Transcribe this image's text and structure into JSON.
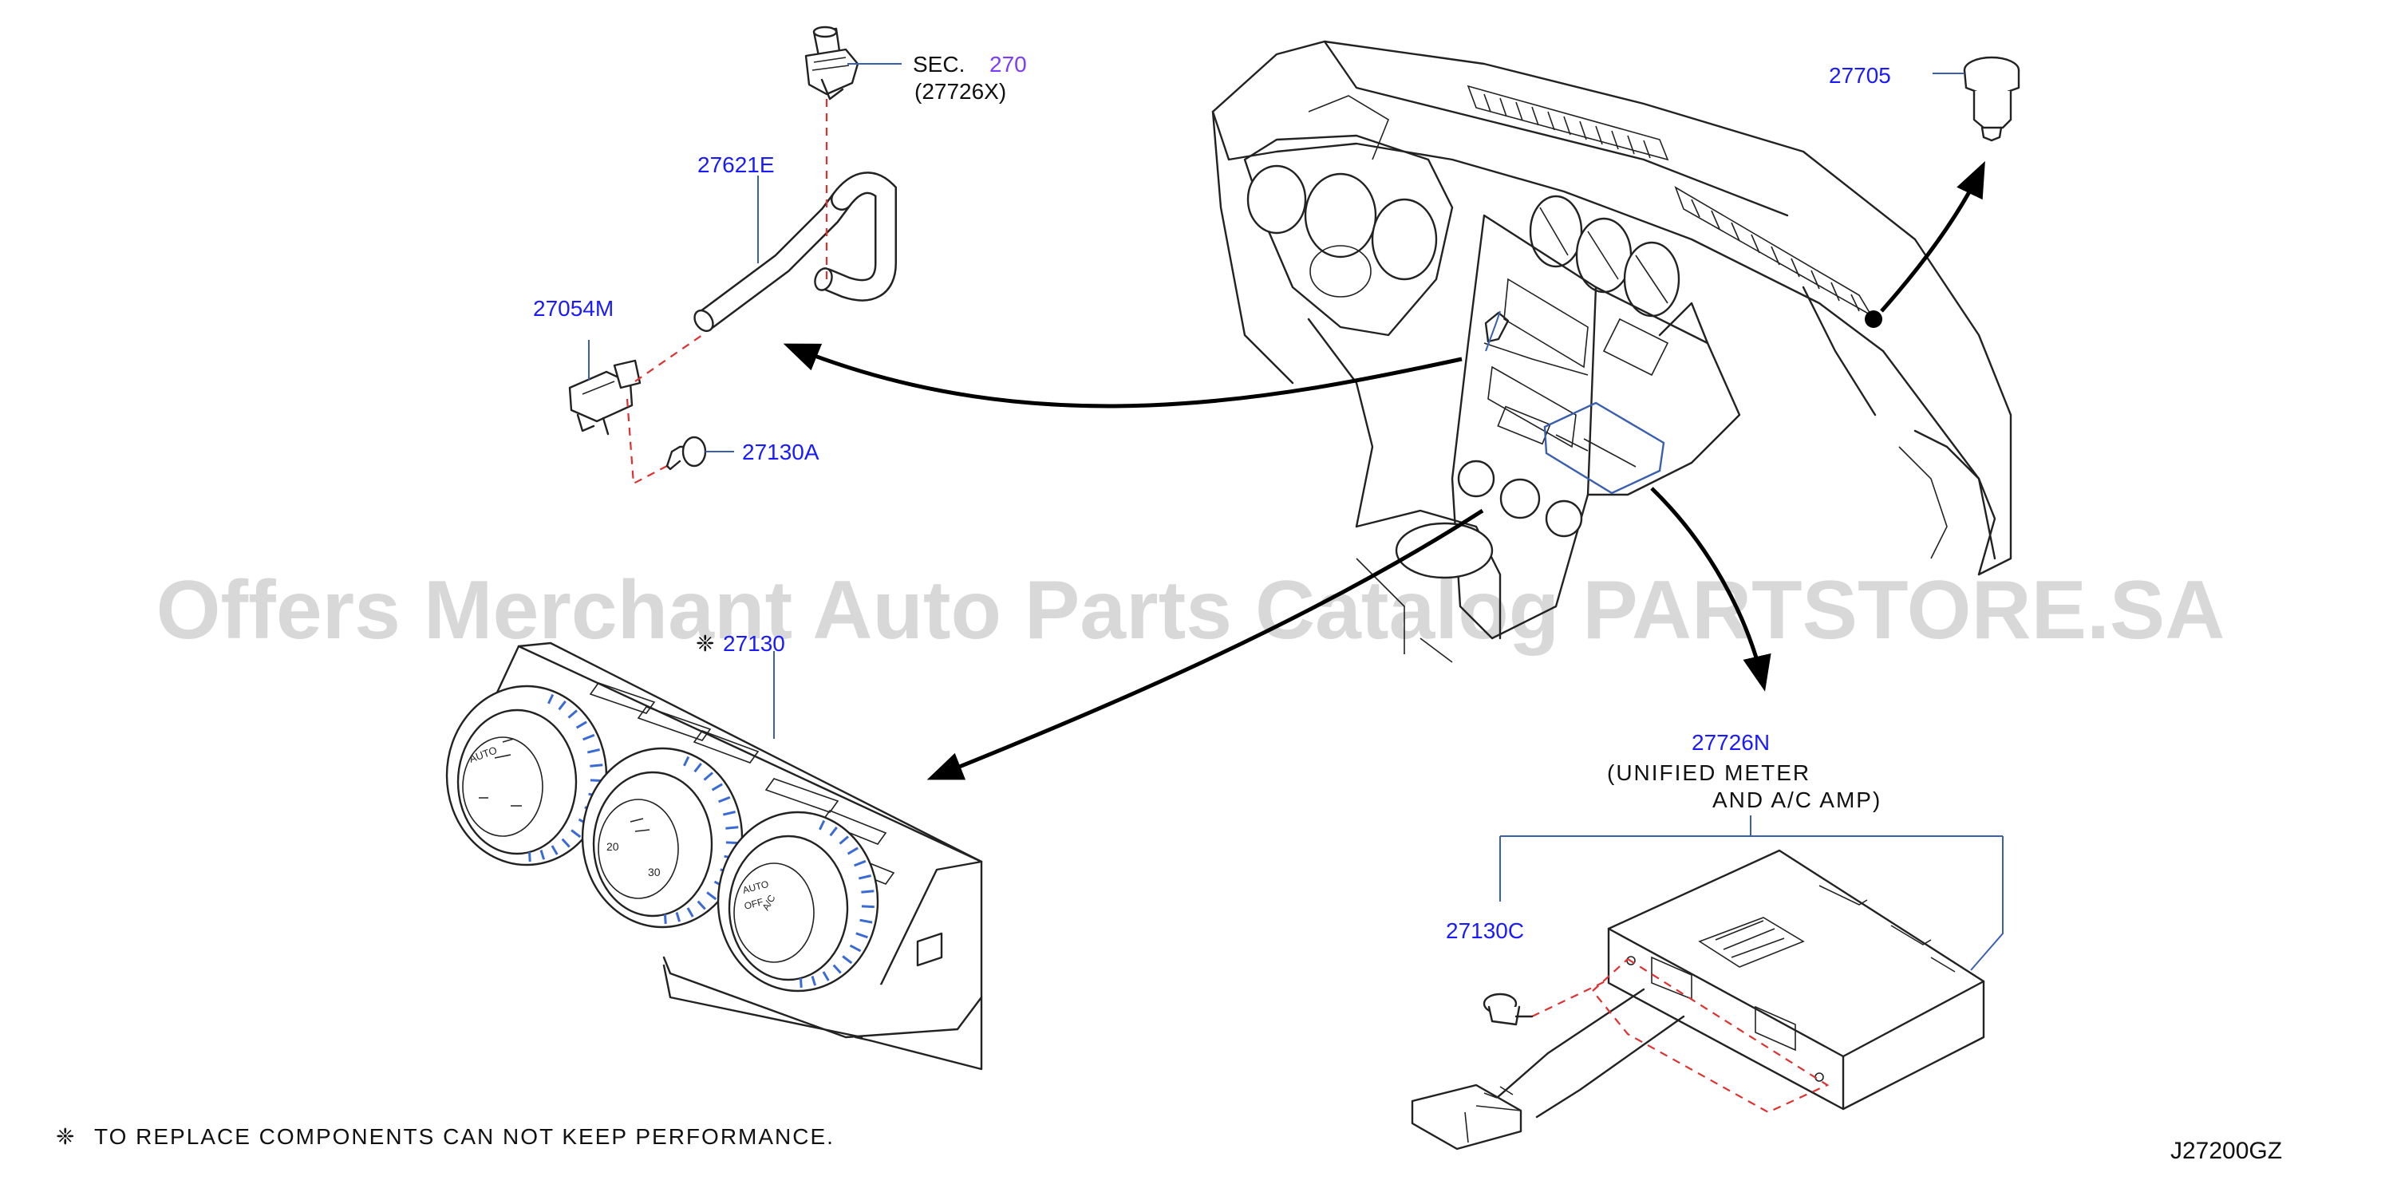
{
  "watermark": "Offers Merchant Auto Parts Catalog PARTSTORE.SA",
  "diagram_code": "J27200GZ",
  "footnote": {
    "symbol": "❈",
    "text": "TO REPLACE COMPONENTS CAN NOT KEEP PERFORMANCE."
  },
  "parts": {
    "sec_label": "SEC.",
    "sec_number": "270",
    "sec_ref": "(27726X)",
    "hose": "27621E",
    "sensor": "27054M",
    "clip_a": "27130A",
    "control_symbol": "❈",
    "control": "27130",
    "clip_top": "27705",
    "amp": "27726N",
    "amp_desc_1": "(UNIFIED METER",
    "amp_desc_2": "AND A/C AMP)",
    "screw_c": "27130C"
  },
  "dial_text": {
    "auto": "AUTO",
    "temp_low": "20",
    "temp_high": "30",
    "fan_auto": "AUTO",
    "off": "OFF",
    "ac": "A/C"
  },
  "colors": {
    "part_number": "#1a1aff",
    "section_ref": "#7a3cff",
    "leader": "#3a5fb0",
    "dashed_guide": "#e03030",
    "dial_accent": "#3a6ad6"
  }
}
